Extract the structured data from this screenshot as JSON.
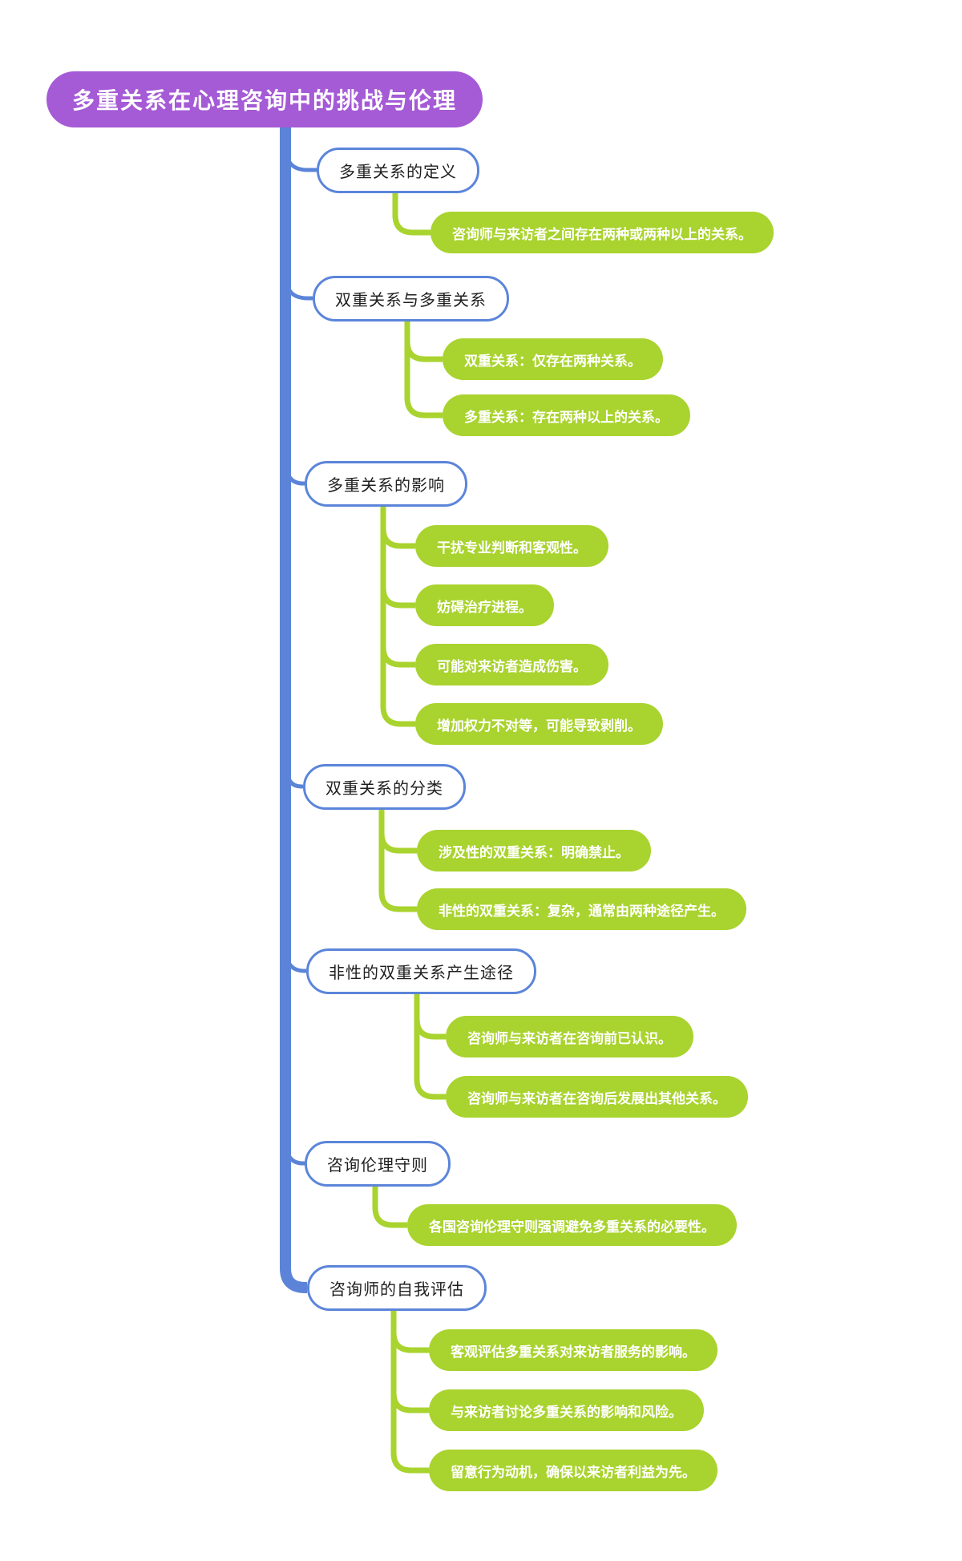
{
  "title": "多重关系在心理咨询中的挑战与伦理",
  "colors": {
    "root_bg": "#a55ad6",
    "trunk_blue": "#5b84d8",
    "branch_border": "#5b85da",
    "leaf_green": "#a9d32e",
    "branch_text": "#1f1f1f",
    "white_text": "#ffffff"
  },
  "root": {
    "label": "多重关系在心理咨询中的挑战与伦理"
  },
  "branches": [
    {
      "label": "多重关系的定义",
      "children": [
        "咨询师与来访者之间存在两种或两种以上的关系。"
      ]
    },
    {
      "label": "双重关系与多重关系",
      "children": [
        "双重关系：仅存在两种关系。",
        "多重关系：存在两种以上的关系。"
      ]
    },
    {
      "label": "多重关系的影响",
      "children": [
        "干扰专业判断和客观性。",
        "妨碍治疗进程。",
        "可能对来访者造成伤害。",
        "增加权力不对等，可能导致剥削。"
      ]
    },
    {
      "label": "双重关系的分类",
      "children": [
        "涉及性的双重关系：明确禁止。",
        "非性的双重关系：复杂，通常由两种途径产生。"
      ]
    },
    {
      "label": "非性的双重关系产生途径",
      "children": [
        "咨询师与来访者在咨询前已认识。",
        "咨询师与来访者在咨询后发展出其他关系。"
      ]
    },
    {
      "label": "咨询伦理守则",
      "children": [
        "各国咨询伦理守则强调避免多重关系的必要性。"
      ]
    },
    {
      "label": "咨询师的自我评估",
      "children": [
        "客观评估多重关系对来访者服务的影响。",
        "与来访者讨论多重关系的影响和风险。",
        "留意行为动机，确保以来访者利益为先。"
      ]
    }
  ]
}
